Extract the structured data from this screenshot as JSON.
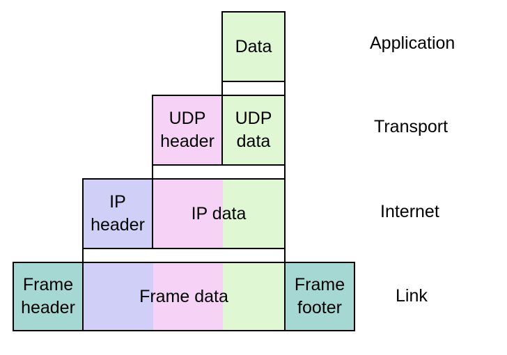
{
  "colors": {
    "data": "#dff7d2",
    "udp_header": "#f7d2f7",
    "ip_header": "#cfcff7",
    "frame": "#a6d8d3",
    "outline": "#000000"
  },
  "application": {
    "layer": "Application",
    "data": "Data"
  },
  "transport": {
    "layer": "Transport",
    "udp_header": "UDP\nheader",
    "udp_data": "UDP\ndata"
  },
  "internet": {
    "layer": "Internet",
    "ip_header": "IP\nheader",
    "ip_data": "IP data"
  },
  "link": {
    "layer": "Link",
    "frame_header": "Frame\nheader",
    "frame_data": "Frame data",
    "frame_footer": "Frame\nfooter"
  }
}
